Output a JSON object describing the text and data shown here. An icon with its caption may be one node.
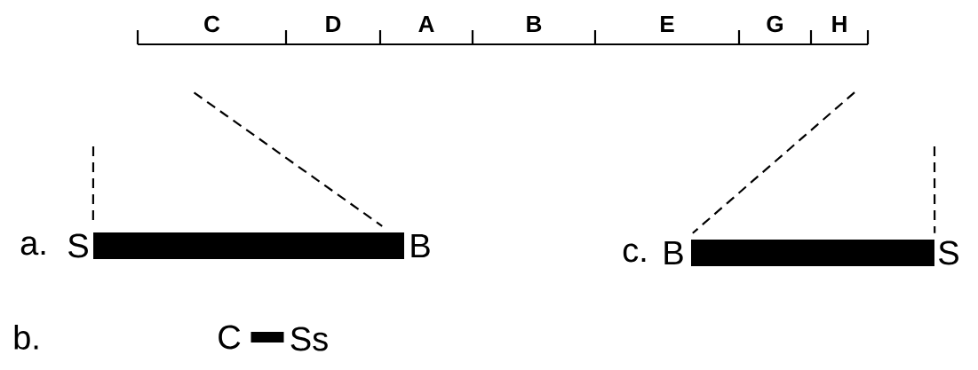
{
  "diagram": {
    "nodes": [
      {
        "text": [
          "C"
        ]
      },
      {
        "text": [
          "D"
        ]
      },
      {
        "text": [
          "A"
        ]
      },
      {
        "text": [
          "B"
        ]
      },
      {
        "text": [
          "E"
        ]
      },
      {
        "text": [
          "G"
        ]
      },
      {
        "text": [
          "H"
        ]
      },
      {
        "text": [],
        "shape": "bar",
        "beside": [
          "S",
          "B"
        ]
      },
      {
        "text": [],
        "shape": "bar",
        "beside": [
          "C",
          "Ss"
        ]
      },
      {
        "text": [],
        "shape": "bar",
        "beside": [
          "B",
          "S"
        ]
      }
    ],
    "labels": [
      "a.",
      "c.",
      "b."
    ],
    "edges": [
      {
        "from": null,
        "to": 7,
        "arrow": "none",
        "style": "dashed"
      },
      {
        "from": 0,
        "to": 7,
        "arrow": "none",
        "style": "dashed"
      },
      {
        "from": 6,
        "to": 9,
        "arrow": "none",
        "style": "dashed"
      },
      {
        "from": null,
        "to": 9,
        "arrow": "none",
        "style": "dashed"
      }
    ]
  }
}
